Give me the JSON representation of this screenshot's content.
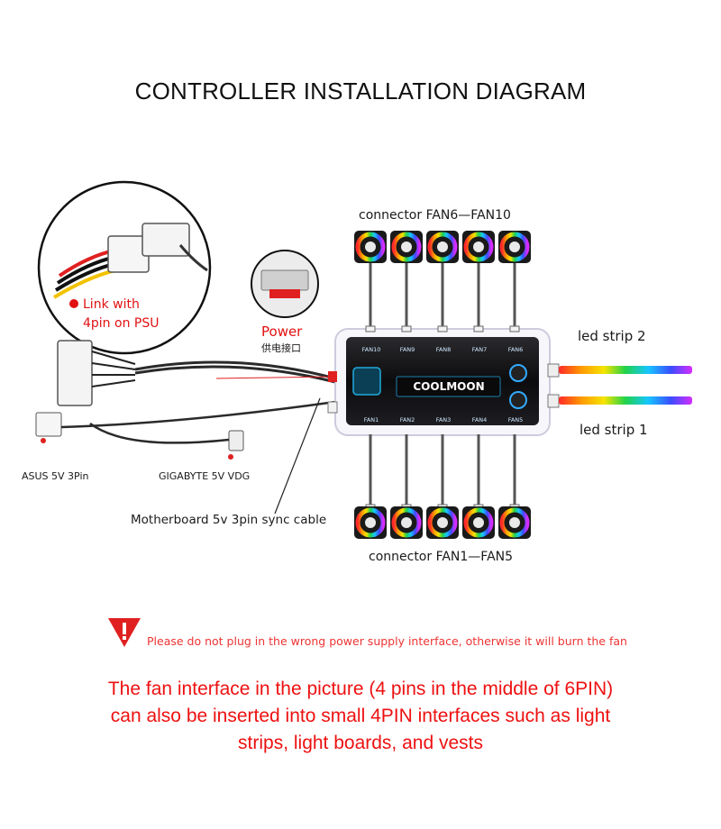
{
  "title": "CONTROLLER INSTALLATION DIAGRAM",
  "labels": {
    "connector_top": "connector  FAN6—FAN10",
    "connector_bottom": "connector  FAN1—FAN5",
    "led_strip_2": "led strip 2",
    "led_strip_1": "led strip 1",
    "power": "Power",
    "power_cn": "供电接口",
    "link_psu_line1": "Link with",
    "link_psu_line2": "4pin on PSU",
    "asus": "ASUS 5V 3Pin",
    "gigabyte": "GIGABYTE 5V  VDG",
    "sync_cable": "Motherboard 5v 3pin sync cable",
    "brand": "COOLMOON",
    "fan_ports_top": [
      "FAN10",
      "FAN9",
      "FAN8",
      "FAN7",
      "FAN6"
    ],
    "fan_ports_bottom": [
      "FAN1",
      "FAN2",
      "FAN3",
      "FAN4",
      "FAN5"
    ]
  },
  "warning": "Please do not plug in the wrong power supply interface, otherwise it will burn the fan",
  "note_lines": [
    "The fan interface in the picture (4 pins in the middle of 6PIN)",
    "can also be inserted into small 4PIN interfaces such as light",
    "strips, light boards, and vests"
  ],
  "colors": {
    "accent_red": "#e11111",
    "controller_body": "#111111",
    "cable": "#2a2a2a"
  }
}
